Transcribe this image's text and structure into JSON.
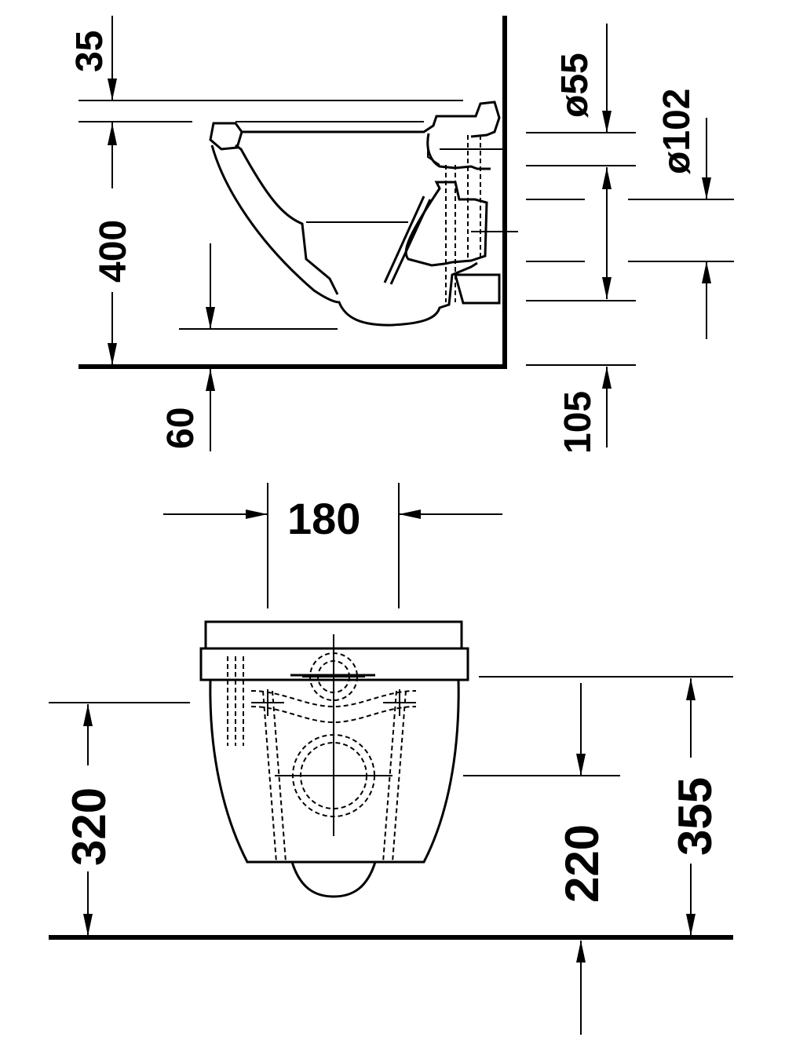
{
  "side_view": {
    "dim_35": "35",
    "dim_400": "400",
    "dim_60": "60",
    "dim_105": "105",
    "dim_d55": "ø55",
    "dim_d102": "ø102"
  },
  "front_view": {
    "dim_180": "180",
    "dim_320": "320",
    "dim_220": "220",
    "dim_355": "355"
  }
}
